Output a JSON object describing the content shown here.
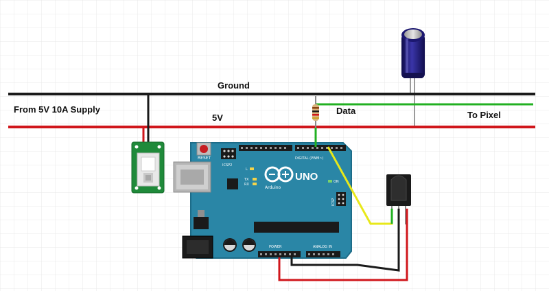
{
  "labels": {
    "ground": "Ground",
    "supply": "From 5V 10A Supply",
    "five_v": "5V",
    "data": "Data",
    "to_pixel": "To Pixel"
  },
  "board": {
    "logo": "Arduino",
    "model": "UNO",
    "reset": "RESET",
    "icsp2": "ICSP2",
    "icsp": "ICSP",
    "led_l": "L",
    "led_tx": "TX",
    "led_rx": "RX",
    "led_on": "ON",
    "digital": "DIGITAL (PWM~)",
    "power": "POWER",
    "analog": "ANALOG IN"
  },
  "colors": {
    "ground_wire": "#1a1a1a",
    "power_wire": "#d0161b",
    "data_wire": "#22b022",
    "signal_wire": "#e8e81a",
    "board": "#2a86a6",
    "capacitor": "#1e1a6e",
    "sensor_pcb": "#1f8a3a"
  },
  "icons": [
    "capacitor-icon",
    "resistor-icon",
    "ir-receiver-icon",
    "usb-connector-icon",
    "power-jack-icon",
    "reset-button-icon"
  ]
}
